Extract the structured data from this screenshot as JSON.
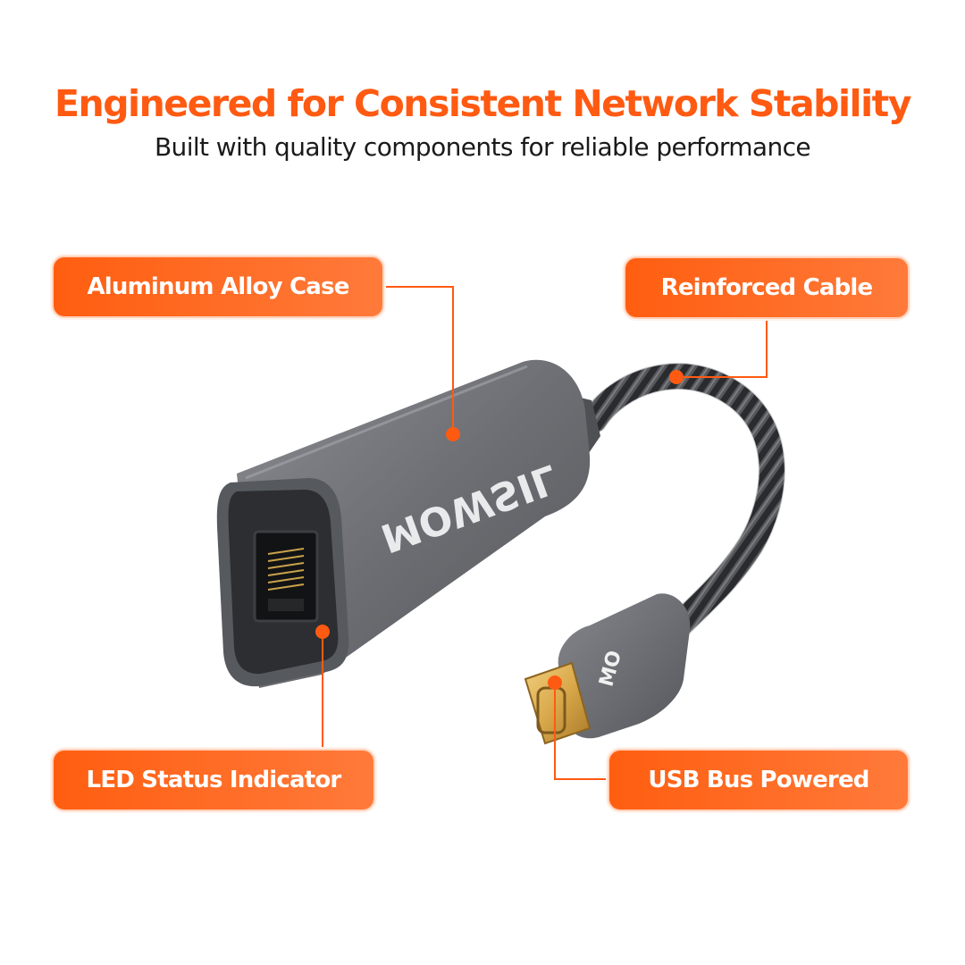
{
  "header": {
    "title": "Engineered for Consistent Network Stability",
    "subtitle": "Built with quality components for reliable performance"
  },
  "callouts": {
    "case": "Aluminum Alloy Case",
    "cable": "Reinforced Cable",
    "led": "LED Status Indicator",
    "power": "USB Bus Powered"
  },
  "product": {
    "brand_logo": "MOWSIL",
    "plug_logo": "MO"
  },
  "colors": {
    "accent": "#ff5a12",
    "case_body": "#6d6f74",
    "cable_braid": "#3a3b3e",
    "usb_gold": "#d9a84a"
  }
}
